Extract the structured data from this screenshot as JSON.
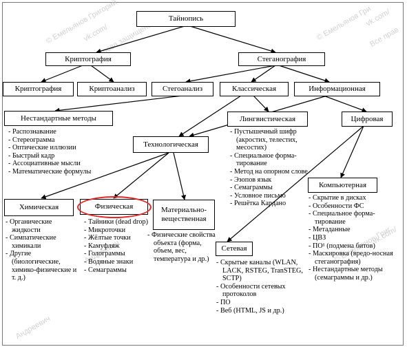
{
  "watermarks": [
    "© Емельянов Григорий",
    "vk.com/",
    "Все права защищены",
    "© Емельянов Гри",
    "vk.com/",
    "Все прав",
    "vk.com/",
    "Андреевич",
    "Андреевич",
    "© Емельянов Григ"
  ],
  "nodes": {
    "root": "Тайнопись",
    "crypto_main": "Криптография",
    "stegano_main": "Стеганография",
    "crypto": "Криптография",
    "cryptoanalysis": "Криптоанализ",
    "steganalysis": "Стегоанализ",
    "classic": "Классическая",
    "info": "Информационная",
    "nonstandard": "Нестандартные методы",
    "linguistic": "Лингвистическая",
    "digital": "Цифровая",
    "technological": "Технологическая",
    "computer": "Компьютерная",
    "chemical": "Химическая",
    "physical": "Физическая",
    "material": "Материально-вещественная",
    "network": "Сетевая"
  },
  "lists": {
    "nonstandard": [
      "Распознавание",
      "Стереограмма",
      "Оптические иллюзии",
      "Быстрый кадр",
      "Ассоциативные мысли",
      "Математические формулы"
    ],
    "linguistic": [
      "Пустышечный шифр (акростих, телестих, месостих)",
      "Специальное форма-тирование",
      "Метод на опорном слове",
      "Эзопов язык",
      "Семаграммы",
      "Условное письмо",
      "Решётка Кардано"
    ],
    "computer": [
      "Скрытие в дисках",
      "Особенности ФС",
      "Специальное форма-тирование",
      "Метаданные",
      "ЦВЗ",
      "ПО¹ (подмена битов)",
      "Маскировка (вредо-носная стеганография)",
      "Нестандартные методы (семаграммы и др.)"
    ],
    "chemical": [
      "Органические жидкости",
      "Симпатические химикали",
      "Другие (биологические, химико-физические и т. д.)"
    ],
    "physical": [
      "Тайники (dead drop)",
      "Микроточки",
      "Жёлтые точки",
      "Камуфляж",
      "Голограммы",
      "Водяные знаки",
      "Семаграммы"
    ],
    "material": [
      "Физические свойства объекта (форма, объем, вес, температура и др.)"
    ],
    "network": [
      "Скрытые каналы (WLAN, LACK, RSTEG, TranSTEG, SCTP)",
      "Особенности сетевых протоколов",
      "ПО",
      "Веб (HTML, JS и др.)"
    ]
  },
  "highlight": {
    "target": "physical",
    "color": "#e32626"
  }
}
